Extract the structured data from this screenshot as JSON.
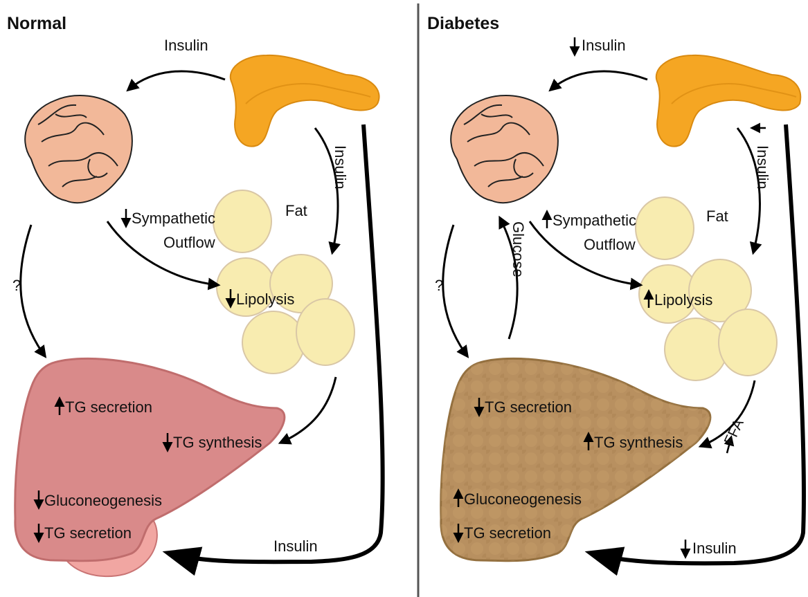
{
  "panels": {
    "normal": {
      "title": "Normal",
      "insulin_top": "Insulin",
      "insulin_side": "Insulin",
      "insulin_bottom": "Insulin",
      "question": "?",
      "sympathetic": "Sympathetic",
      "outflow": "Outflow",
      "fat": "Fat",
      "lipolysis": "Lipolysis",
      "tg_secretion_top": "TG secretion",
      "tg_synthesis": "TG synthesis",
      "gluconeogenesis": "Gluconeogenesis",
      "tg_secretion_bottom": "TG secretion",
      "liver_color": "#d98a8a"
    },
    "diabetes": {
      "title": "Diabetes",
      "insulin_top": "Insulin",
      "insulin_side": "Insulin",
      "insulin_bottom": "Insulin",
      "question": "?",
      "glucose": "Glucose",
      "sympathetic": "Sympathetic",
      "outflow": "Outflow",
      "fat": "Fat",
      "lipolysis": "Lipolysis",
      "ffa": "FFA",
      "tg_secretion_top": "TG secretion",
      "tg_synthesis": "TG synthesis",
      "gluconeogenesis": "Gluconeogenesis",
      "tg_secretion_bottom": "TG secretion",
      "liver_color": "#b89060"
    }
  },
  "colors": {
    "pancreas": "#f5a623",
    "brain": "#f2b899",
    "fat": "#f8ecb0",
    "divider": "#555555"
  }
}
